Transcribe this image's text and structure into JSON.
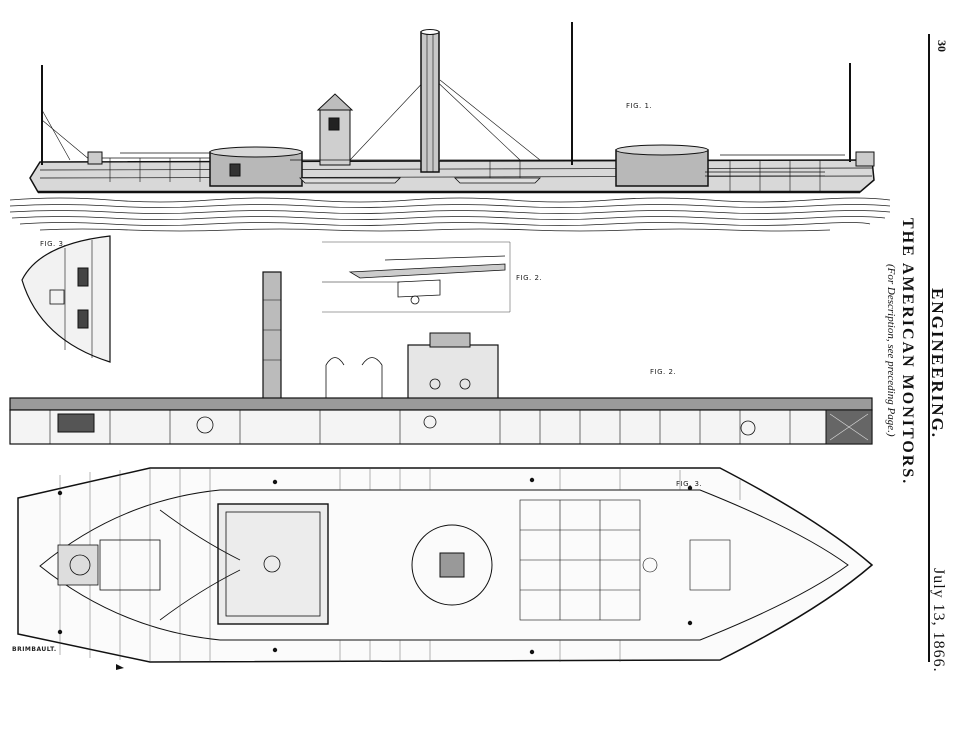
{
  "header": {
    "page_number": "30",
    "journal": "ENGINEERING.",
    "date": "July 13, 1866."
  },
  "article": {
    "title": "THE AMERICAN MONITORS.",
    "subtitle": "(For Description, see preceding Page.)"
  },
  "figures": {
    "fig1_label": "FIG. 1.",
    "fig2_label": "FIG. 2.",
    "fig2_detail_label": "FIG. 2.",
    "fig3_label": "FIG. 3.",
    "fig3_detail_label": "FIG. 3."
  },
  "engraver": "BRIMBAULT."
}
